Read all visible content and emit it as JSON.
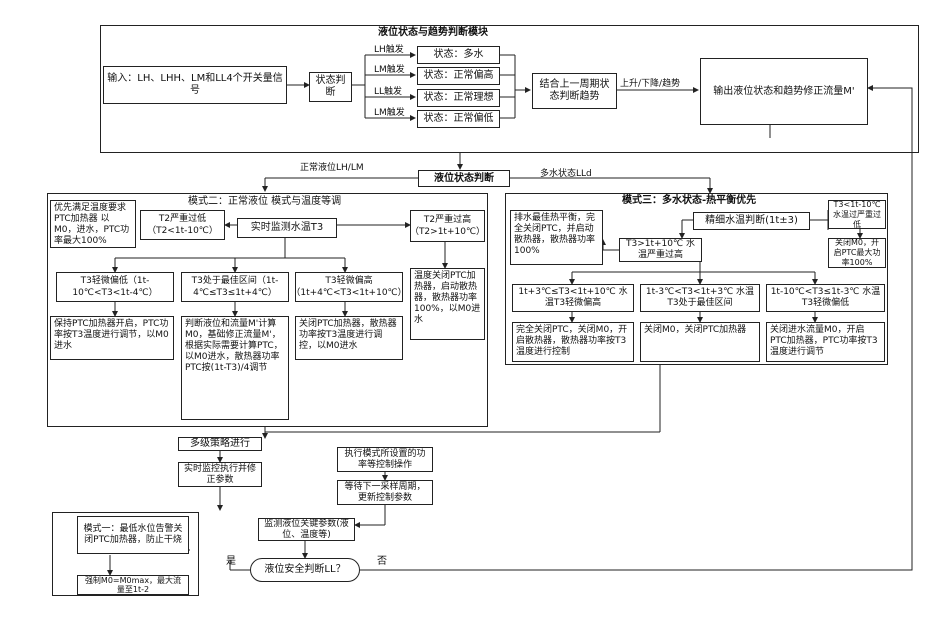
{
  "module_title": "液位状态与趋势判断模块",
  "input_box": "输入：LH、LHH、LM和LL4个开关量信号",
  "state_judge": "状态判断",
  "sensors": {
    "lh": "LH触发",
    "lm": "LM触发",
    "ll": "LL触发",
    "lm2": "LM触发"
  },
  "states": {
    "s1": "状态：多水",
    "s2": "状态：正常偏高",
    "s3": "状态：正常理想",
    "s4": "状态：正常偏低"
  },
  "combine_box": "结合上一周期状态判断趋势",
  "trend_label": "上升/下降/趋势",
  "output_box": "输出液位状态和趋势修正流量M'",
  "mid_judge": "液位状态判断",
  "label_normal": "正常液位LH/LM",
  "label_more": "多水状态LLd",
  "mode2": {
    "title": "模式二：正常液位 模式与温度等调",
    "left_top": "优先满足温度要求PTC加热器 以M0，进水，PTC功率最大100%",
    "t2_over": "T2严重过低（T2<1t-10℃）",
    "t3_judge": "实时监测水温T3",
    "t2_high": "T2严重过高（T2>1t+10℃）",
    "c1": "T3轻微偏低（1t-10℃<T3<1t-4℃）",
    "c2": "T3处于最佳区间（1t-4℃≤T3≤1t+4℃）",
    "c3": "T3轻微偏高（1t+4℃<T3<1t+10℃）",
    "right_box": "温度关闭PTC加热器，启动散热器，散热器功率100%，以M0进水",
    "d1": "保持PTC加热器开启，PTC功率按T3温度进行调节，以M0进水",
    "d2": "判断液位和流量M'计算M0，基础修正流量M'，根据实际需要计算PTC，以M0进水，散热器功率PTC按(1t-T3)/4调节",
    "d3": "关闭PTC加热器，散热器功率按T3温度进行调控，以M0进水"
  },
  "mode3": {
    "title": "模式三：多水状态-热平衡优先",
    "left_box": "排水最佳热平衡，完全关闭PTC，并启动散热器，散热器功率100%",
    "realtime": "精细水温判断(1t±3)",
    "right_top": "T3<1t-10℃ 水温过严重过低",
    "right_box2": "关闭M0，开启PTC最大功率100%",
    "mid_cond": "T3>1t+10℃ 水温严重过高",
    "c1": "1t+3℃≤T3<1t+10℃ 水温T3轻微偏高",
    "c2": "1t-3℃<T3<1t+3℃ 水温T3处于最佳区间",
    "c3": "1t-10℃<T3≤1t-3℃ 水温T3轻微偏低",
    "d1": "完全关闭PTC，关闭M0，开启散热器，散热器功率按T3温度进行控制",
    "d2": "关闭M0，关闭PTC加热器",
    "d3": "关闭进水流量M0，开启PTC加热器，PTC功率按T3温度进行调节"
  },
  "bottom": {
    "b1": "多级策略进行",
    "b2": "实时监控执行并修正参数",
    "b3": "执行模式所设置的功率等控制操作",
    "b4": "等待下一采样周期，更新控制参数",
    "mode1": "模式一：最低水位告警关闭PTC加热器，防止干烧",
    "mode1_sub": "强制M0=M0max，最大流量至1t-2",
    "b5": "监测液位关键参数(液位、温度等)",
    "safety": "液位安全判断LL？",
    "yes": "是",
    "no": "否"
  }
}
